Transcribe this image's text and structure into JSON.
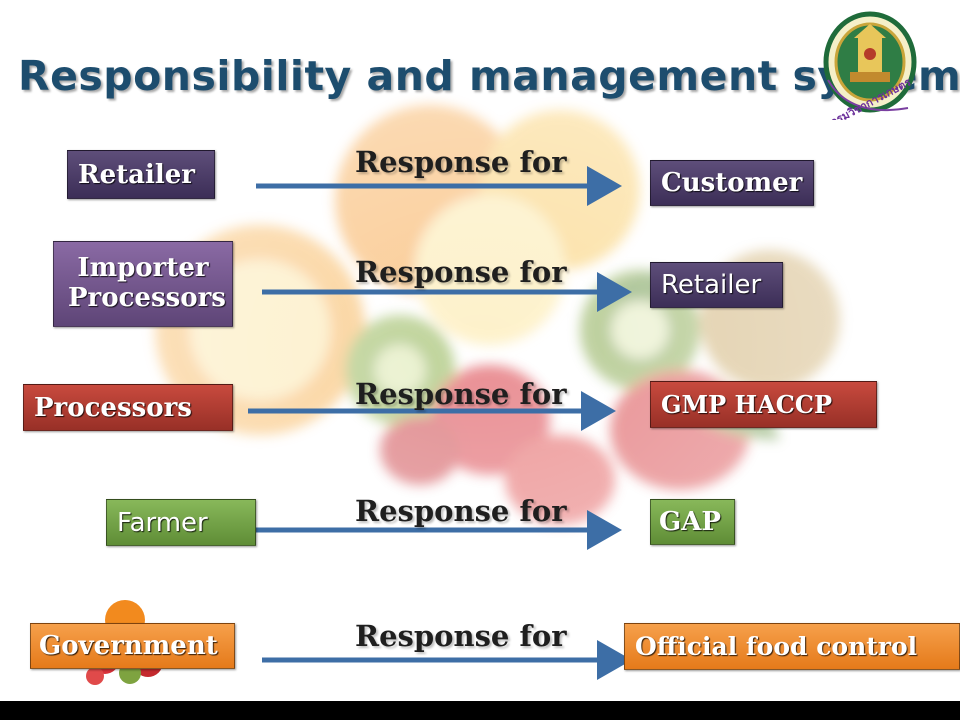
{
  "title": "Responsibility and management system",
  "logo": {
    "text": "กรมวิชาการเกษตร"
  },
  "rows": [
    {
      "source": "Retailer",
      "relation": "Response for",
      "target": "Customer"
    },
    {
      "source": "Importer Processors",
      "relation": "Response for",
      "target": "Retailer"
    },
    {
      "source": "Processors",
      "relation": "Response for",
      "target": "GMP HACCP"
    },
    {
      "source": "Farmer",
      "relation": "Response for",
      "target": "GAP"
    },
    {
      "source": "Government",
      "relation": "Response for",
      "target": "Official food control"
    }
  ],
  "colors": {
    "title": "#1d4d6e",
    "arrow": "#3d6ea6",
    "purple": "#4a3b66",
    "violet": "#7a5a96",
    "red": "#b33e33",
    "green": "#72a447",
    "orange": "#f08c2e"
  }
}
